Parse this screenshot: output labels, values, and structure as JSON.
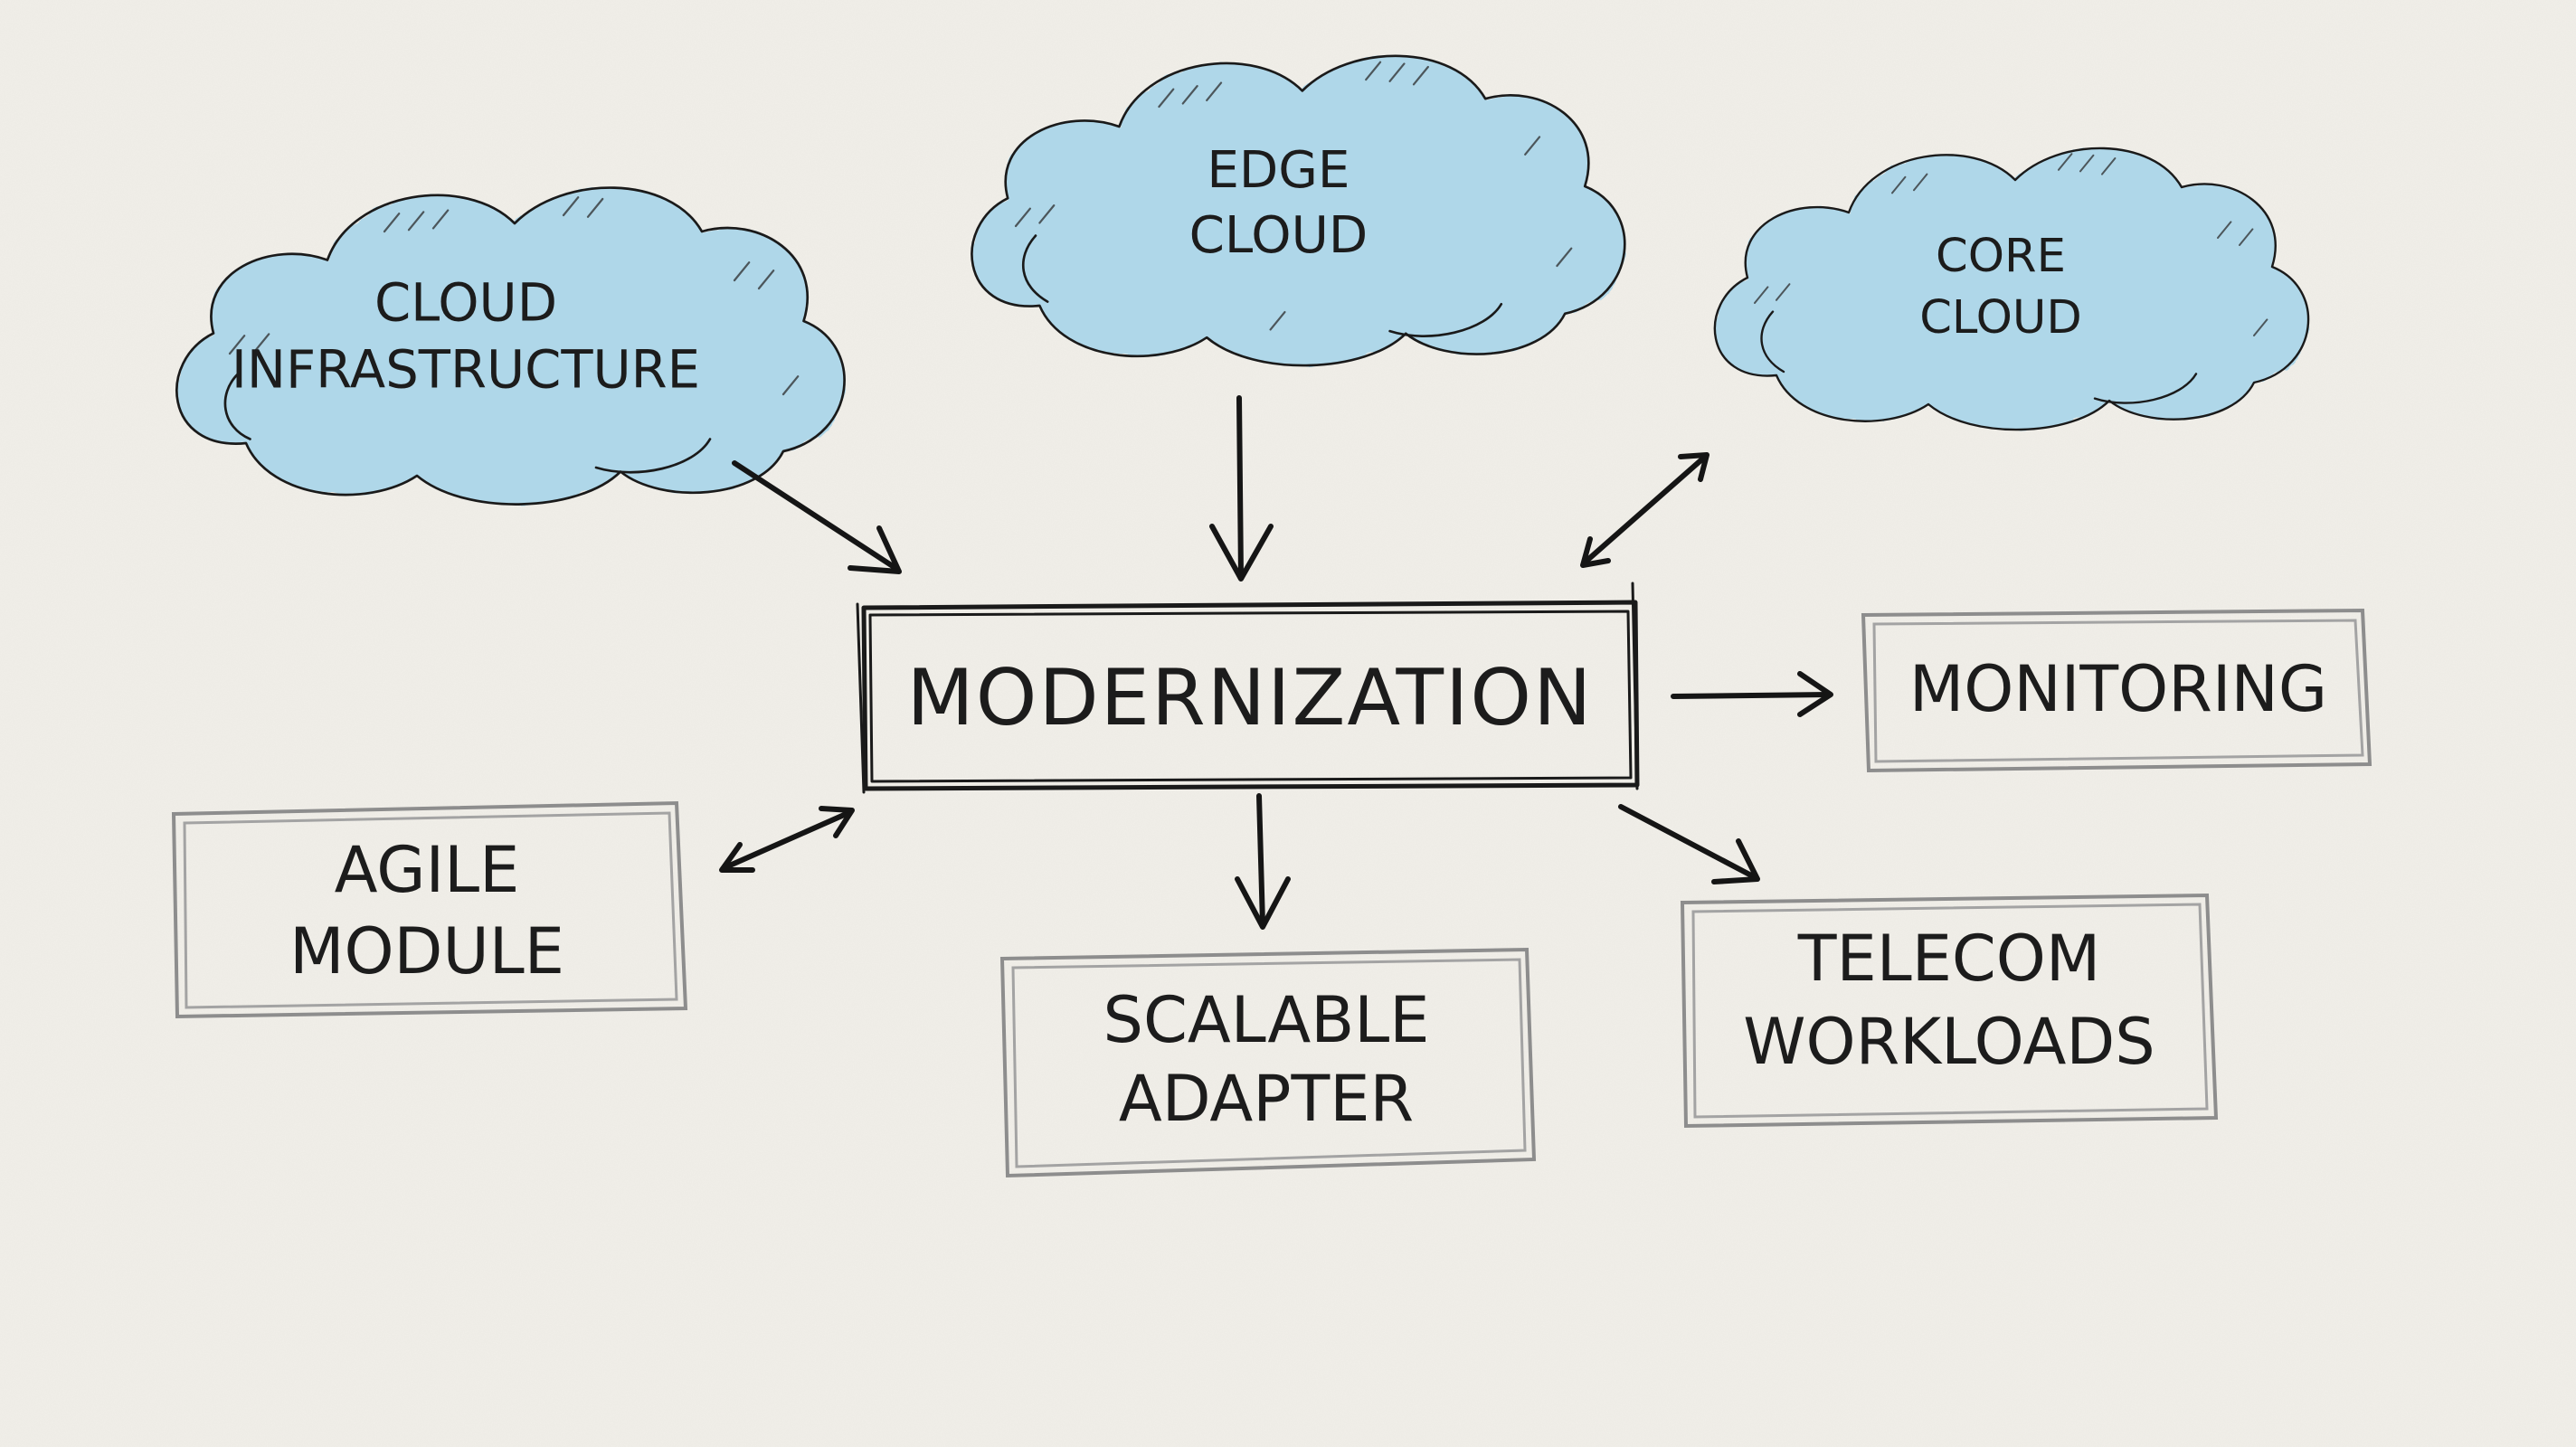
{
  "diagram": {
    "clouds": {
      "cloud_infrastructure": {
        "lines": [
          "CLOUD",
          "INFRASTRUCTURE"
        ],
        "fill": "#a9d5ea"
      },
      "edge_cloud": {
        "lines": [
          "EDGE",
          "CLOUD"
        ],
        "fill": "#a9d5ea"
      },
      "core_cloud": {
        "lines": [
          "CORE",
          "CLOUD"
        ],
        "fill": "#a9d5ea"
      }
    },
    "center": {
      "label": "MODERNIZATION"
    },
    "boxes": {
      "monitoring": {
        "lines": [
          "MONITORING"
        ]
      },
      "agile_module": {
        "lines": [
          "AGILE",
          "MODULE"
        ]
      },
      "scalable_adapter": {
        "lines": [
          "SCALABLE",
          "ADAPTER"
        ]
      },
      "telecom_workloads": {
        "lines": [
          "TELECOM",
          "WORKLOADS"
        ]
      }
    },
    "connections": [
      {
        "from": "CLOUD INFRASTRUCTURE",
        "to": "MODERNIZATION",
        "style": "single-arrow"
      },
      {
        "from": "EDGE CLOUD",
        "to": "MODERNIZATION",
        "style": "single-arrow"
      },
      {
        "from": "CORE CLOUD",
        "to": "MODERNIZATION",
        "style": "double-arrow"
      },
      {
        "from": "MODERNIZATION",
        "to": "MONITORING",
        "style": "single-arrow"
      },
      {
        "from": "MODERNIZATION",
        "to": "AGILE MODULE",
        "style": "double-arrow"
      },
      {
        "from": "MODERNIZATION",
        "to": "SCALABLE ADAPTER",
        "style": "single-arrow"
      },
      {
        "from": "MODERNIZATION",
        "to": "TELECOM WORKLOADS",
        "style": "single-arrow"
      }
    ],
    "colors": {
      "paper": "#f1efe9",
      "cloud_fill": "#a9d5ea",
      "ink": "#1a1a1a",
      "pencil": "#8d8d8d"
    }
  }
}
